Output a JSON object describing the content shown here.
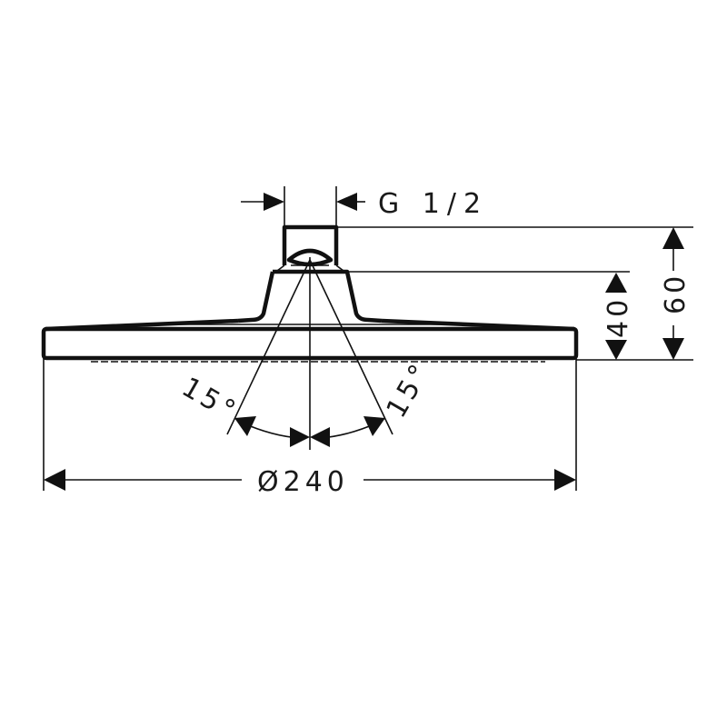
{
  "drawing": {
    "subject": "shower head technical dimension drawing",
    "colors": {
      "line": "#111111",
      "background": "#ffffff"
    },
    "dimensions": {
      "connection_thread": "G 1/2",
      "total_height": "60",
      "head_height": "40",
      "diameter": "Ø240",
      "tilt_left": "15°",
      "tilt_right": "15°"
    }
  }
}
